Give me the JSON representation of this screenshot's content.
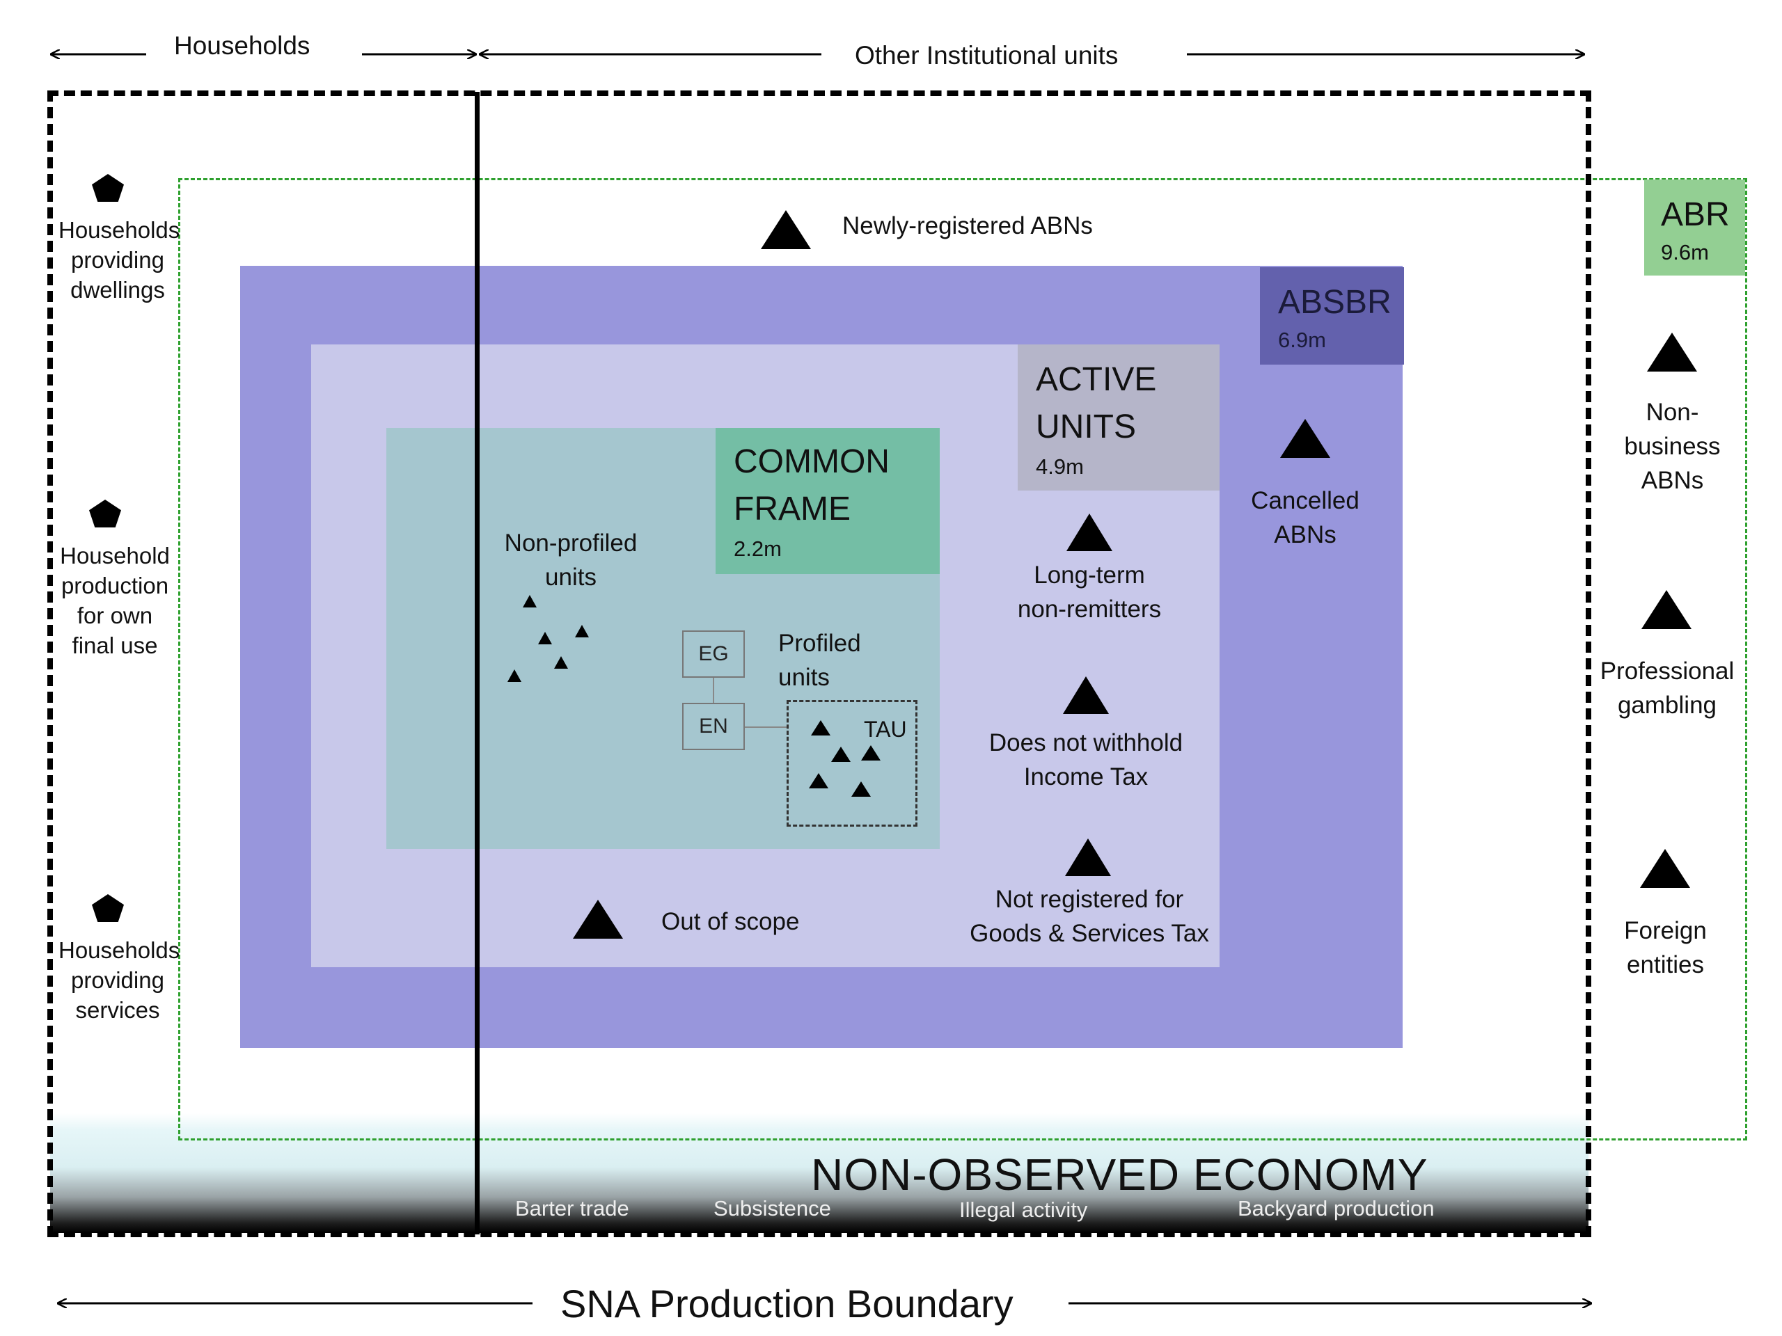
{
  "top_labels": {
    "households": "Households",
    "other_units": "Other Institutional units"
  },
  "abr": {
    "title": "ABR",
    "value": "9.6m"
  },
  "absbr": {
    "title": "ABSBR",
    "value": "6.9m"
  },
  "active_units": {
    "line1": "ACTIVE",
    "line2": "UNITS",
    "value": "4.9m"
  },
  "common_frame": {
    "line1": "COMMON",
    "line2": "FRAME",
    "value": "2.2m"
  },
  "households_left": [
    {
      "lines": [
        "Households",
        "providing",
        "dwellings"
      ]
    },
    {
      "lines": [
        "Household",
        "production",
        "for own",
        "final use"
      ]
    },
    {
      "lines": [
        "Households",
        "providing",
        "services"
      ]
    }
  ],
  "abr_items": [
    {
      "lines": [
        "Non-",
        "business",
        "ABNs"
      ]
    },
    {
      "lines": [
        "Professional",
        "gambling"
      ]
    },
    {
      "lines": [
        "Foreign",
        "entities"
      ]
    }
  ],
  "newly_registered": "Newly-registered ABNs",
  "cancelled": {
    "line1": "Cancelled",
    "line2": "ABNs"
  },
  "active_items": [
    {
      "line1": "Long-term",
      "line2": "non-remitters"
    },
    {
      "line1": "Does not withhold",
      "line2": "Income Tax"
    },
    {
      "line1": "Not registered for",
      "line2": "Goods & Services Tax"
    }
  ],
  "out_of_scope": "Out of scope",
  "non_profiled": {
    "line1": "Non-profiled",
    "line2": "units"
  },
  "profiled": {
    "line1": "Profiled",
    "line2": "units"
  },
  "profile_boxes": {
    "eg": "EG",
    "en": "EN",
    "tau": "TAU"
  },
  "noe": {
    "title": "NON-OBSERVED ECONOMY",
    "items": [
      "Barter trade",
      "Subsistence",
      "Illegal activity",
      "Backyard production"
    ]
  },
  "sna_boundary": "SNA Production Boundary",
  "colors": {
    "absbr_fill": "#9896dc",
    "absbr_header": "#6361ad",
    "active_fill": "#c8c8ea",
    "active_header": "#b5b5c9",
    "common_fill": "#a5c6cf",
    "common_header": "#74bea5",
    "abr_header": "#93cf93",
    "abr_border": "#2ea02e"
  }
}
